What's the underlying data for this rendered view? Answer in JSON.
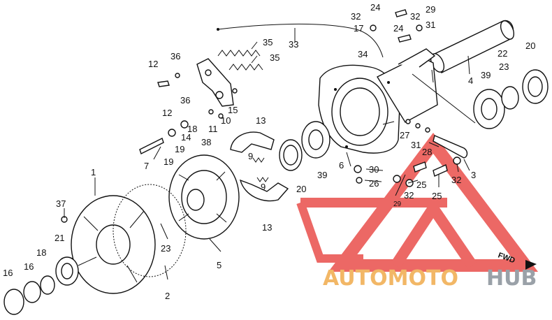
{
  "callouts": [
    {
      "id": "c-24a",
      "text": "24"
    },
    {
      "id": "c-32a",
      "text": "32"
    },
    {
      "id": "c-32b",
      "text": "32"
    },
    {
      "id": "c-29a",
      "text": "29"
    },
    {
      "id": "c-17",
      "text": "17"
    },
    {
      "id": "c-24b",
      "text": "24"
    },
    {
      "id": "c-31a",
      "text": "31"
    },
    {
      "id": "c-33",
      "text": "33"
    },
    {
      "id": "c-35a",
      "text": "35"
    },
    {
      "id": "c-35b",
      "text": "35"
    },
    {
      "id": "c-34",
      "text": "34"
    },
    {
      "id": "c-12a",
      "text": "12"
    },
    {
      "id": "c-36a",
      "text": "36"
    },
    {
      "id": "c-12b",
      "text": "12"
    },
    {
      "id": "c-36b",
      "text": "36"
    },
    {
      "id": "c-15",
      "text": "15"
    },
    {
      "id": "c-10",
      "text": "10"
    },
    {
      "id": "c-11",
      "text": "11"
    },
    {
      "id": "c-18a",
      "text": "18"
    },
    {
      "id": "c-14",
      "text": "14"
    },
    {
      "id": "c-38",
      "text": "38"
    },
    {
      "id": "c-19a",
      "text": "19"
    },
    {
      "id": "c-19b",
      "text": "19"
    },
    {
      "id": "c-7",
      "text": "7"
    },
    {
      "id": "c-13a",
      "text": "13"
    },
    {
      "id": "c-13b",
      "text": "13"
    },
    {
      "id": "c-9a",
      "text": "9"
    },
    {
      "id": "c-9b",
      "text": "9"
    },
    {
      "id": "c-1",
      "text": "1"
    },
    {
      "id": "c-4",
      "text": "4"
    },
    {
      "id": "c-22",
      "text": "22"
    },
    {
      "id": "c-20a",
      "text": "20"
    },
    {
      "id": "c-39a",
      "text": "39"
    },
    {
      "id": "c-23a",
      "text": "23"
    },
    {
      "id": "c-20b",
      "text": "20"
    },
    {
      "id": "c-39b",
      "text": "39"
    },
    {
      "id": "c-6",
      "text": "6"
    },
    {
      "id": "c-30",
      "text": "30"
    },
    {
      "id": "c-26",
      "text": "26"
    },
    {
      "id": "c-27",
      "text": "27"
    },
    {
      "id": "c-31b",
      "text": "31"
    },
    {
      "id": "c-28",
      "text": "28"
    },
    {
      "id": "c-3",
      "text": "3"
    },
    {
      "id": "c-25a",
      "text": "25"
    },
    {
      "id": "c-32c",
      "text": "32"
    },
    {
      "id": "c-25b",
      "text": "25"
    },
    {
      "id": "c-32d",
      "text": "32"
    },
    {
      "id": "c-29b",
      "text": "29"
    },
    {
      "id": "c-37",
      "text": "37"
    },
    {
      "id": "c-21",
      "text": "21"
    },
    {
      "id": "c-18b",
      "text": "18"
    },
    {
      "id": "c-16a",
      "text": "16"
    },
    {
      "id": "c-16b",
      "text": "16"
    },
    {
      "id": "c-23b",
      "text": "23"
    },
    {
      "id": "c-5",
      "text": "5"
    },
    {
      "id": "c-2",
      "text": "2"
    }
  ],
  "direction_label": "FWD",
  "watermark": {
    "part1": "AUTOMOTO",
    "part2": "HUB",
    "color1": "#f2b766",
    "color2": "#9aa1a8",
    "triangle_color": "#e8433f"
  }
}
